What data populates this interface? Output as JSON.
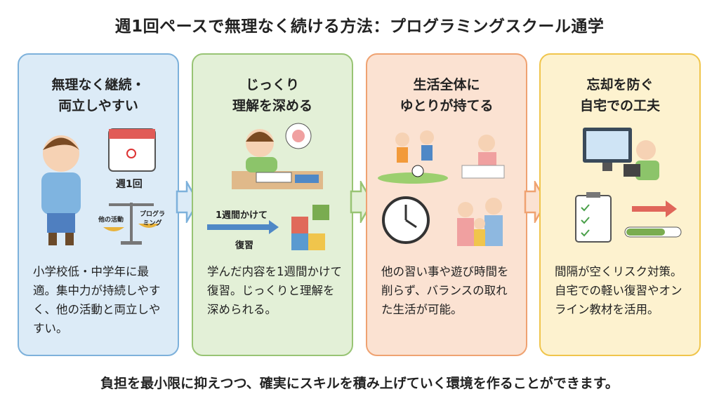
{
  "title": "週1回ペースで無理なく続ける方法：プログラミングスクール通学",
  "cards": [
    {
      "heading_1": "無理なく継続・",
      "heading_2": "両立しやすい",
      "body": "小学校低・中学年に最適。集中力が持続しやすく、他の活動と両立しやすい。",
      "labels": {
        "weekly": "週1回",
        "other": "他の活動",
        "programming": "プログラミング"
      }
    },
    {
      "heading_1": "じっくり",
      "heading_2": "理解を深める",
      "body": "学んだ内容を1週間かけて復習。じっくりと理解を深められる。",
      "labels": {
        "week": "1週間かけて",
        "review": "復習"
      }
    },
    {
      "heading_1": "生活全体に",
      "heading_2": "ゆとりが持てる",
      "body": "他の習い事や遊び時間を削らず、バランスの取れた生活が可能。"
    },
    {
      "heading_1": "忘却を防ぐ",
      "heading_2": "自宅での工夫",
      "body": "間隔が空くリスク対策。自宅での軽い復習やオンライン教材を活用。"
    }
  ],
  "footer": "負担を最小限に抑えつつ、確実にスキルを積み上げていく環境を作ることができます。",
  "colors": {
    "blue": "#7db1db",
    "green": "#98c474",
    "orange": "#efa271",
    "yellow": "#f0c54c"
  }
}
